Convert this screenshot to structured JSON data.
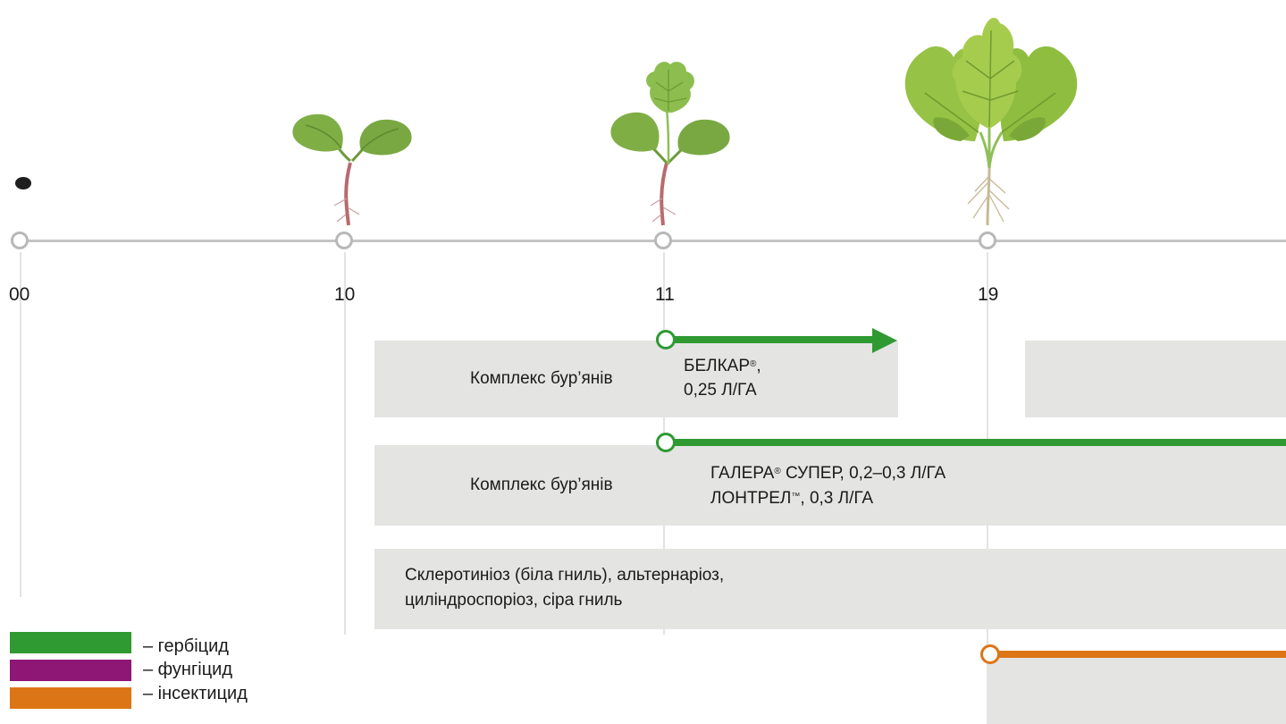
{
  "stages": [
    {
      "label": "00"
    },
    {
      "label": "10"
    },
    {
      "label": "11"
    },
    {
      "label": "19"
    }
  ],
  "bands": {
    "weeds1_label": "Комплекс бур’янів",
    "weeds2_label": "Комплекс бур’янів",
    "disease_line1": "Склеротиніоз (біла гниль), альтернаріоз,",
    "disease_line2": "циліндроспоріоз, сіра гниль"
  },
  "products": {
    "belkar_name": "БЕЛКАР",
    "belkar_mark": "®",
    "belkar_comma": ",",
    "belkar_rate": "0,25 Л/ГА",
    "galera_name": "ГАЛЕРА",
    "galera_mark": "®",
    "galera_rest": " СУПЕР, 0,2–0,3 Л/ГА",
    "lontrel_name": "ЛОНТРЕЛ",
    "lontrel_mark": "™",
    "lontrel_rest": ", 0,3 Л/ГА"
  },
  "legend": [
    {
      "label": "– гербіцид",
      "color": "#2e9a31"
    },
    {
      "label": "– фунгіцид",
      "color": "#8e1675"
    },
    {
      "label": "– інсектицид",
      "color": "#dc7516"
    }
  ],
  "colors": {
    "herbicide": "#2e9a31",
    "fungicide": "#8e1675",
    "insecticide": "#dc7516",
    "band": "#e4e4e3",
    "axis": "#c4c4c4"
  },
  "icons": [
    "seed-icon",
    "cotyledon-seedling-icon",
    "first-leaf-seedling-icon",
    "rosette-plant-icon"
  ]
}
